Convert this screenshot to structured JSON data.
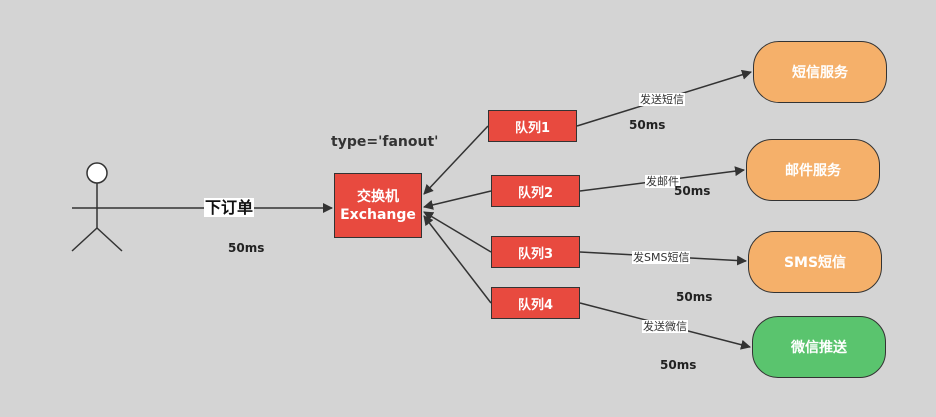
{
  "producer": {
    "icon": "person-icon"
  },
  "order_edge": {
    "label": "下订单",
    "time": "50ms"
  },
  "exchange": {
    "line1": "交换机",
    "line2": "Exchange",
    "type_label": "type='fanout'"
  },
  "queues": [
    {
      "label": "队列1",
      "edge_label": "发送短信",
      "time": "50ms"
    },
    {
      "label": "队列2",
      "edge_label": "发邮件",
      "time": "50ms"
    },
    {
      "label": "队列3",
      "edge_label": "发SMS短信",
      "time": "50ms"
    },
    {
      "label": "队列4",
      "edge_label": "发送微信",
      "time": "50ms"
    }
  ],
  "services": [
    {
      "label": "短信服务",
      "color": "#f5b06a"
    },
    {
      "label": "邮件服务",
      "color": "#f5b06a"
    },
    {
      "label": "SMS短信",
      "color": "#f5b06a"
    },
    {
      "label": "微信推送",
      "color": "#5ac46e"
    }
  ],
  "colors": {
    "node": "#e84a3f",
    "line": "#333333",
    "background": "#d4d4d4"
  }
}
